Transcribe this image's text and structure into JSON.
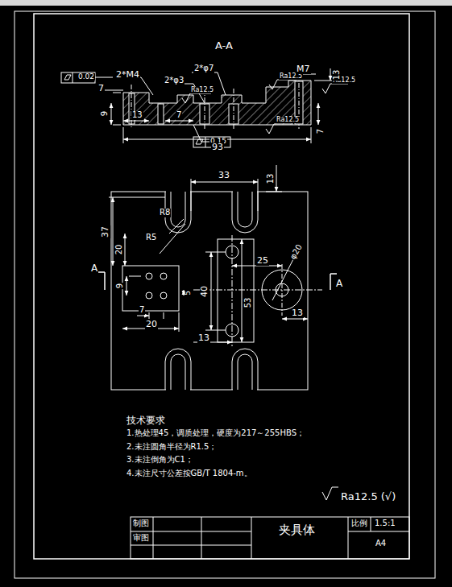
{
  "diagram": {
    "labels": [
      "A-A",
      "0.02",
      "2*M4",
      "7",
      "2*φ3",
      "2*φ7",
      "Ra12.5",
      "Ra12.5",
      "M7",
      "Ra12.5",
      "13",
      "9",
      "13",
      "7",
      "0.15",
      "Ra12.5",
      "7",
      "93",
      "33",
      "13",
      "37",
      "R8",
      "R5",
      "20",
      "A",
      "φ20",
      "25",
      "9",
      "40",
      "53",
      "7",
      "5",
      "20",
      "13",
      "13",
      "A",
      "技术要求",
      "1.热处理45，调质处理，硬度为217～255HBS；",
      "2.未注圆角半径为R1.5；",
      "3.未注倒角为C1；",
      "4.未注尺寸公差按GB/T 1804-m。",
      "Ra12.5 (√)",
      "制图",
      "审图",
      "夹具体",
      "比例",
      "1.5:1",
      "A4"
    ]
  }
}
